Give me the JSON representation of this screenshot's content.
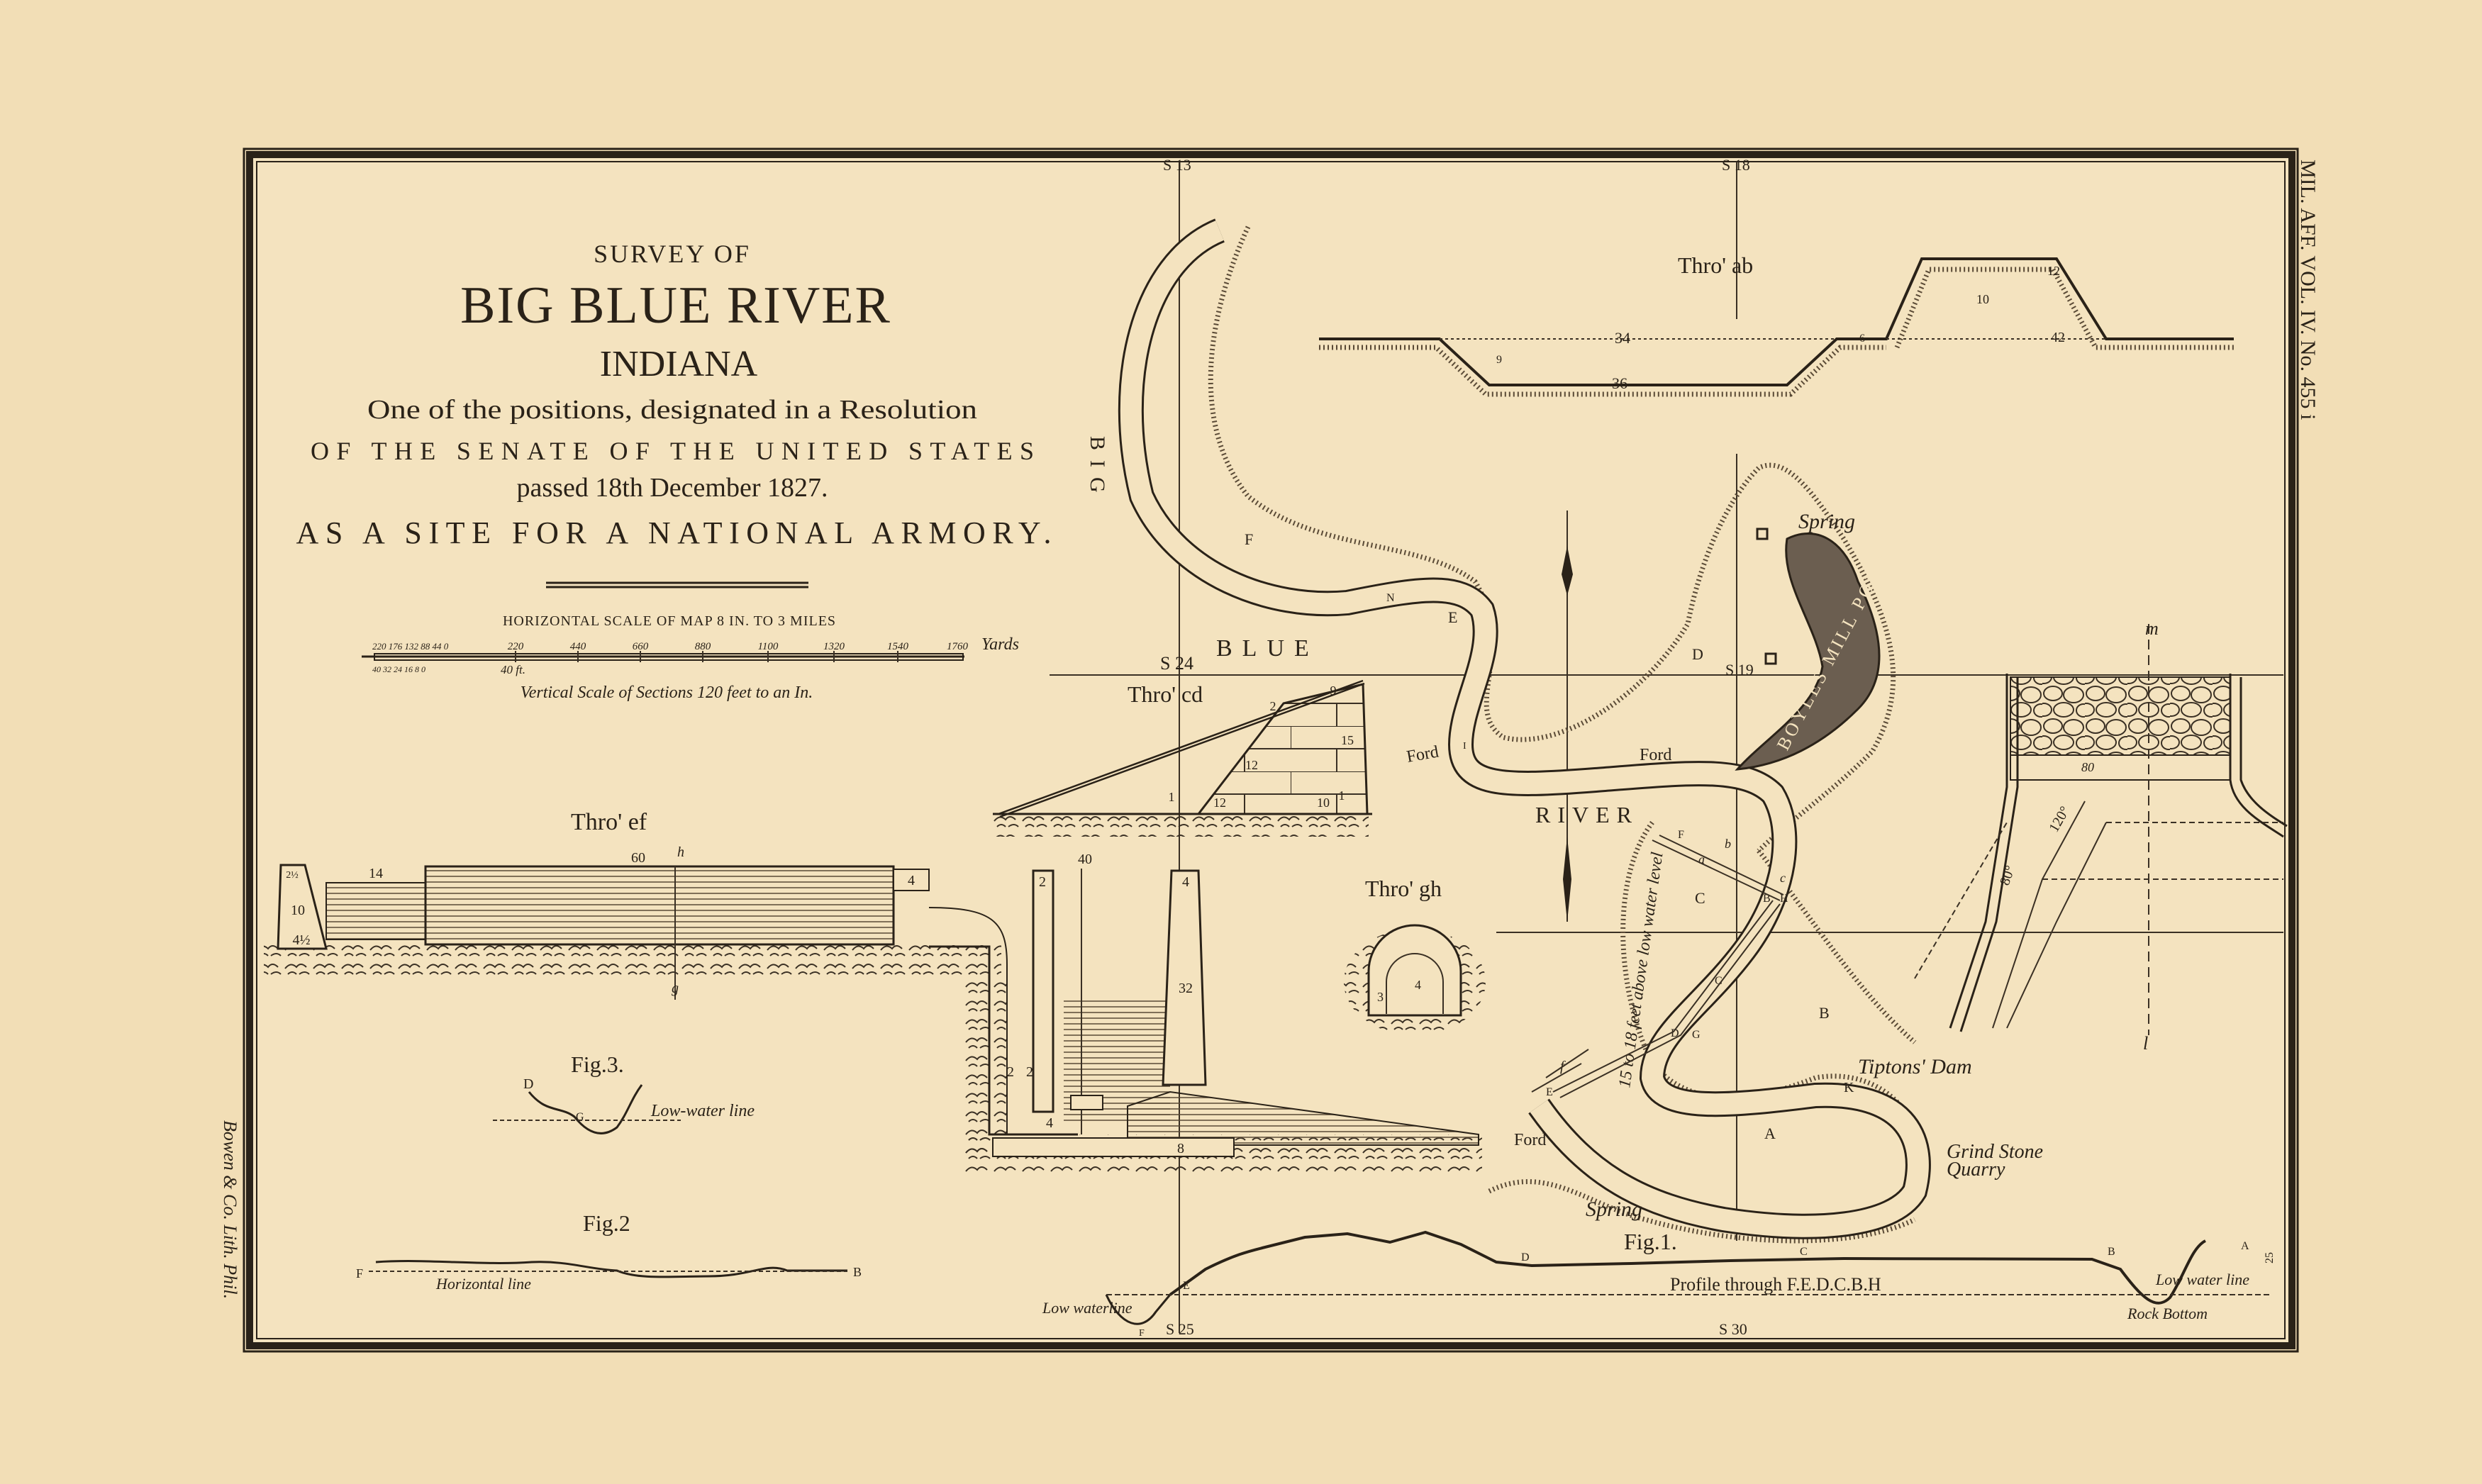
{
  "colors": {
    "paper": "#f2deb6",
    "inner_paper": "#f4e3bf",
    "ink": "#2a2218",
    "pond_fill": "#6b5e50"
  },
  "title": {
    "line1": "SURVEY OF",
    "line2": "BIG BLUE RIVER",
    "line3": "INDIANA",
    "line4": "One of the positions, designated in a Resolution",
    "line5": "OF THE SENATE OF THE UNITED STATES",
    "line6": "passed 18th December 1827.",
    "line7": "AS A SITE FOR A NATIONAL ARMORY."
  },
  "scale": {
    "title": "HORIZONTAL SCALE OF MAP 8 IN. TO 3 MILES",
    "yard_ticks_left": "220 176 132 88 44 0",
    "yard_ticks": [
      "220",
      "440",
      "660",
      "880",
      "1100",
      "1320",
      "1540",
      "1760"
    ],
    "yard_unit": "Yards",
    "feet_ticks_left": "40 32 24 16 8 0",
    "feet_tick": "40 ft.",
    "vertical_scale": "Vertical Scale of Sections 120 feet to an In."
  },
  "margin": {
    "imprint": "Bowen & Co. Lith. Phil.",
    "reference": "MIL. AFF. VOL. IV. No. 455 i"
  },
  "map": {
    "river_big": "BIG",
    "river_blue": "BLUE",
    "river_river": "RIVER",
    "areas": {
      "A": "A",
      "B": "B",
      "C": "C",
      "D": "D",
      "E": "E",
      "F": "F"
    },
    "ford1": "Ford",
    "ford2": "Ford",
    "ford3": "Ford",
    "spring1": "Spring",
    "spring2": "Spring",
    "pond": "BOYLES MILL POND",
    "dam": "Tiptons' Dam",
    "quarry1": "Grind Stone",
    "quarry2": "Quarry",
    "elevation_note": "15 to 18 feet above low water level",
    "points": {
      "a": "a",
      "b": "b",
      "c": "c",
      "G": "G",
      "Dp": "D",
      "K": "K",
      "Cp": "C",
      "Fp": "F",
      "H": "H",
      "Bp": "B",
      "I": "I",
      "N": "N",
      "E2": "E",
      "f": "f"
    },
    "stations": {
      "s13": "S 13",
      "s18": "S 18",
      "s24": "S 24",
      "s19": "S 19",
      "s25": "S 25",
      "s30": "S 30"
    },
    "m": "m",
    "l": "l",
    "deg120": "120°",
    "deg80": "80°",
    "n80": "80"
  },
  "sections": {
    "ab": {
      "title": "Thro' ab",
      "n34": "34",
      "n36": "36",
      "n9": "9",
      "n6": "6",
      "n12": "12",
      "n10": "10",
      "n42": "42"
    },
    "cd": {
      "title": "Thro' cd",
      "n9": "9",
      "n2": "2",
      "n15": "15",
      "n12a": "12",
      "n12b": "12",
      "n10": "10",
      "n1a": "1",
      "n1b": "1"
    },
    "ef": {
      "title": "Thro' ef",
      "n14": "14",
      "n60": "60",
      "n40": "40",
      "n4a": "4",
      "n4b": "4",
      "n4c": "4",
      "n2a": "2",
      "n2b": "2",
      "n2c": "2",
      "n32": "32",
      "n10": "10",
      "n4half": "4½",
      "n2half": "2½",
      "n8": "8",
      "h": "h",
      "g": "g"
    },
    "gh": {
      "title": "Thro' gh",
      "n3": "3",
      "n4": "4"
    }
  },
  "figures": {
    "fig1": {
      "title": "Fig.1.",
      "profile": "Profile through F.E.D.C.B.H",
      "low_left": "Low waterline",
      "low_right": "Low water line",
      "rock": "Rock Bottom",
      "E": "E",
      "D": "D",
      "C": "C",
      "B": "B",
      "A": "A",
      "F": "F",
      "n25": "25"
    },
    "fig2": {
      "title": "Fig.2",
      "label": "Horizontal line",
      "F": "F",
      "B": "B"
    },
    "fig3": {
      "title": "Fig.3.",
      "label": "Low-water line",
      "D": "D",
      "G": "G"
    }
  }
}
